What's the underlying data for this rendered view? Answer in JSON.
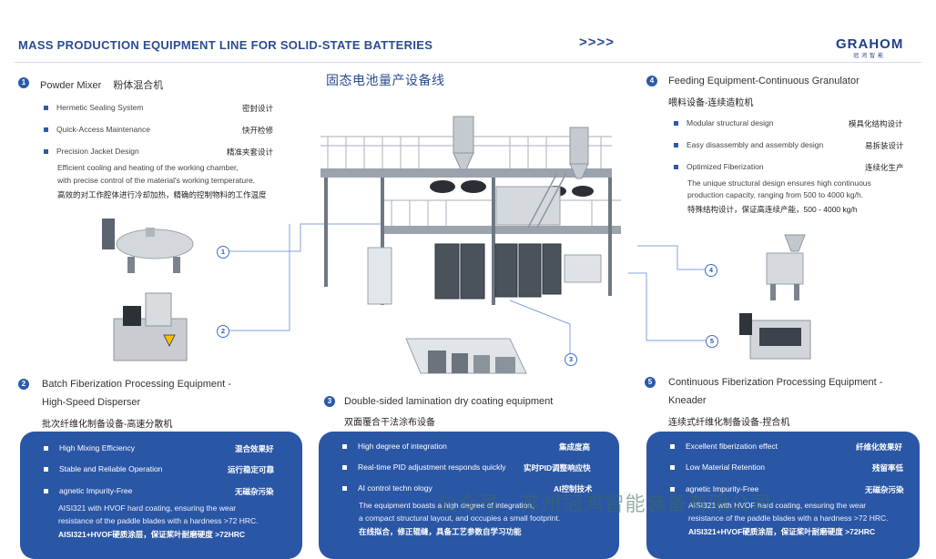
{
  "header": {
    "title": "MASS PRODUCTION EQUIPMENT LINE FOR SOLID-STATE BATTERIES",
    "arrows": ">>>>",
    "logo": "GRAHOM",
    "logo_sub": "冠鸿智能",
    "center_title": "固态电池量产设备线"
  },
  "s1": {
    "num": "1",
    "title_en": "Powder Mixer",
    "title_zh": "粉体混合机",
    "features": [
      {
        "en": "Hermetic Sealing System",
        "zh": "密封设计"
      },
      {
        "en": "Quick-Access Maintenance",
        "zh": "快开检修"
      },
      {
        "en": "Precision Jacket Design",
        "zh": "精准夹套设计"
      }
    ],
    "desc1": "Efficient cooling and heating of the working chamber,",
    "desc2": "with precise control of the material's working temperature.",
    "desc_zh": "高效的对工作腔体进行冷却加热，精确的控制物料的工作温度"
  },
  "s2": {
    "num": "2",
    "title1": "Batch Fiberization Processing Equipment -",
    "title2": "High-Speed Disperser",
    "title_zh": "批次纤维化制备设备-高速分散机",
    "features": [
      {
        "en": "High Mixing Efficiency",
        "zh": "混合效果好"
      },
      {
        "en": "Stable and Reliable Operation",
        "zh": "运行稳定可靠"
      },
      {
        "en": "agnetic Impurity-Free",
        "zh": "无磁杂污染"
      }
    ],
    "desc1": "AISI321 with HVOF hard coating, ensuring the wear",
    "desc2": "resistance of the paddle blades with a hardness >72 HRC.",
    "desc_zh": "AISI321+HVOF硬质涂层，保证桨叶耐磨硬度 >72HRC"
  },
  "s3": {
    "num": "3",
    "title_en": "Double-sided lamination dry coating equipment",
    "title_zh": "双面覆合干法涂布设备",
    "features": [
      {
        "en": "High degree of integration",
        "zh": "集成度高"
      },
      {
        "en": "Real-time PID adjustment responds quickly",
        "zh": "实时PID调整响应快"
      },
      {
        "en": "AI control techn  ology",
        "zh": "AI控制技术"
      }
    ],
    "desc1": "The equipment boasts a high degree of integration,",
    "desc2": "a compact structural layout, and occupies a small footprint.",
    "desc_zh": "在线拟合，修正辊缝，具备工艺参数自学习功能"
  },
  "s4": {
    "num": "4",
    "title_en": "Feeding Equipment-Continuous Granulator",
    "title_zh": "喂料设备-连续造粒机",
    "features": [
      {
        "en": "Modular structural design",
        "zh": "模具化结构设计"
      },
      {
        "en": "Easy disassembly and assembly design",
        "zh": "易拆装设计"
      },
      {
        "en": "Optimized Fiberization",
        "zh": "连续化生产"
      }
    ],
    "desc1": "The unique structural design ensures high continuous",
    "desc2": "production capacity, ranging from 500 to 4000 kg/h.",
    "desc_zh": "特殊结构设计，保证高连续产能，500 - 4000 kg/h"
  },
  "s5": {
    "num": "5",
    "title1": "Continuous Fiberization Processing Equipment -",
    "title2": "Kneader",
    "title_zh": "连续式纤维化制备设备-捏合机",
    "features": [
      {
        "en": "Excellent fiberization effect",
        "zh": "纤维化效果好"
      },
      {
        "en": "Low Material Retention",
        "zh": "残留率低"
      },
      {
        "en": "agnetic Impurity-Free",
        "zh": "无磁杂污染"
      }
    ],
    "desc1": "AISI321 with HVOF hard coating, ensuring the wear",
    "desc2": "resistance of the paddle blades with a hardness >72 HRC.",
    "desc_zh": "AISI321+HVOF硬质涂层，保证桨叶耐磨硬度 >72HRC"
  },
  "callouts": [
    "1",
    "2",
    "3",
    "4",
    "5"
  ],
  "watermark": "公众号 · 苏州冠鸿智能装备有限公司",
  "colors": {
    "accent": "#2b5aa8",
    "panel": "#2a56a6",
    "title": "#2b4c93"
  }
}
